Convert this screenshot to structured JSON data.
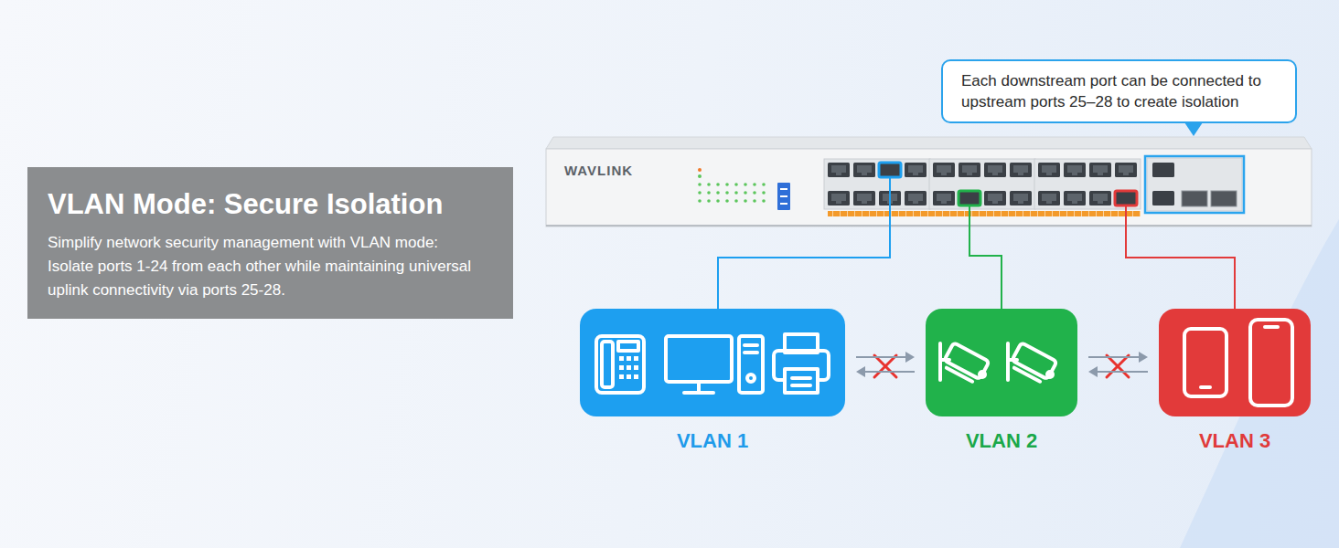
{
  "diagram": {
    "nodes": [
      {
        "text": [
          "VLAN Mode: Secure Isolation",
          "Simplify network security management with VLAN mode: Isolate ports 1-24 from each other while maintaining universal uplink connectivity via ports 25-28."
        ]
      },
      {
        "text": [
          "Each downstream port can be connected to upstream ports 25–28 to create isolation"
        ]
      },
      {
        "text": [
          "WAVLINK"
        ]
      },
      {
        "text": [
          "VLAN 1"
        ]
      },
      {
        "text": [
          "VLAN 2"
        ]
      },
      {
        "text": [
          "VLAN 3"
        ]
      }
    ],
    "edges": [
      {
        "from": 2,
        "to": 3,
        "arrow": "none"
      },
      {
        "from": 2,
        "to": 4,
        "arrow": "none"
      },
      {
        "from": 2,
        "to": 5,
        "arrow": "none"
      },
      {
        "from": 3,
        "to": 4,
        "arrow": "both"
      },
      {
        "from": 4,
        "to": 5,
        "arrow": "both"
      }
    ]
  }
}
